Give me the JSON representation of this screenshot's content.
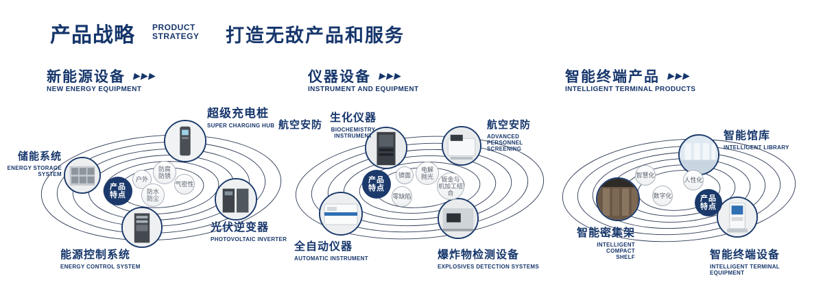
{
  "header": {
    "title_cn": "产品战略",
    "title_en": "PRODUCT\nSTRATEGY",
    "tagline": "打造无敌产品和服务"
  },
  "sections": {
    "energy": {
      "title": "新能源设备",
      "arrows": "▶▶▶",
      "subtitle": "NEW ENERGY EQUIPMENT",
      "badge": "产品\n特点",
      "products": {
        "storage": {
          "cn": "储能系统",
          "en": "ENERGY STORAGE\nSYSTEM"
        },
        "charging": {
          "cn": "超级充电桩",
          "en": "SUPER CHARGING HUB"
        },
        "inverter": {
          "cn": "光伏逆变器",
          "en": "PHOTOVOLTAIC INVERTER"
        },
        "control": {
          "cn": "能源控制系统",
          "en": "ENERGY CONTROL SYSTEM"
        }
      },
      "features": {
        "outdoor": "户外",
        "anticorrosion": "防腐\n防锈",
        "airtight": "气密性",
        "waterproof": "防水\n防尘"
      }
    },
    "instrument": {
      "title": "仪器设备",
      "arrows": "▶▶▶",
      "subtitle": "INSTRUMENT AND EQUIPMENT",
      "badge": "产品\n特点",
      "aviation_label": "航空安防",
      "products": {
        "biochem": {
          "cn": "生化仪器",
          "en": "BIOCHEMISTRY\nINSTRUMENT"
        },
        "screening": {
          "cn": "航空安防",
          "en": "ADVANCED PERSONNEL\nSCREENING"
        },
        "automatic": {
          "cn": "全自动仪器",
          "en": "AUTOMATIC INSTRUMENT"
        },
        "explosives": {
          "cn": "爆炸物检测设备",
          "en": "EXPLOSIVES DETECTION SYSTEMS"
        }
      },
      "features": {
        "mirror": "镜面",
        "electropolish": "电解\n抛光",
        "zerodefect": "零缺陷",
        "sheetmetal": "钣金与\n机加工结合"
      }
    },
    "terminal": {
      "title": "智能终端产品",
      "arrows": "▶▶▶",
      "subtitle": "INTELLIGENT TERMINAL PRODUCTS",
      "badge": "产品\n特点",
      "products": {
        "library": {
          "cn": "智能馆库",
          "en": "INTELLIGENT LIBRARY"
        },
        "shelf": {
          "cn": "智能密集架",
          "en": "INTELLIGENT COMPACT\nSHELF"
        },
        "kiosk": {
          "cn": "智能终端设备",
          "en": "INTELLIGENT TERMINAL EQUIPMENT"
        }
      },
      "features": {
        "smart": "智慧化",
        "humanized": "人性化",
        "digital": "数字化"
      }
    }
  },
  "colors": {
    "navy": "#16366b",
    "badge_bg": "#1b3a6b",
    "bubble_border": "#a9b1ba"
  }
}
